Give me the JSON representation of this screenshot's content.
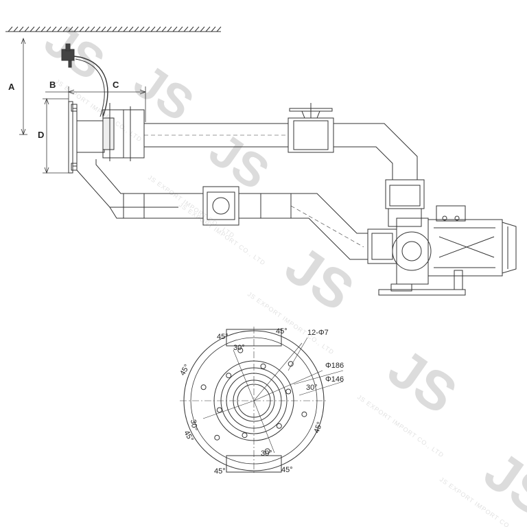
{
  "dimensions": {
    "a": "A",
    "b": "B",
    "c": "C",
    "d": "D"
  },
  "flange": {
    "angles": {
      "top": "45°",
      "top_right": "45°",
      "upper_left": "45°",
      "inner_top": "30°",
      "right_mid": "30°",
      "left_lower": "30°",
      "lower_left": "45°",
      "right_lower": "45°",
      "inner_bottom": "30°",
      "bottom_left": "45°",
      "bottom_right": "45°"
    },
    "holes": "12-Φ7",
    "outer_diameter": "Φ186",
    "inner_diameter": "Φ146"
  },
  "watermark": {
    "logo": "JS",
    "text": "JS EXPORT IMPORT CO., LTD"
  }
}
